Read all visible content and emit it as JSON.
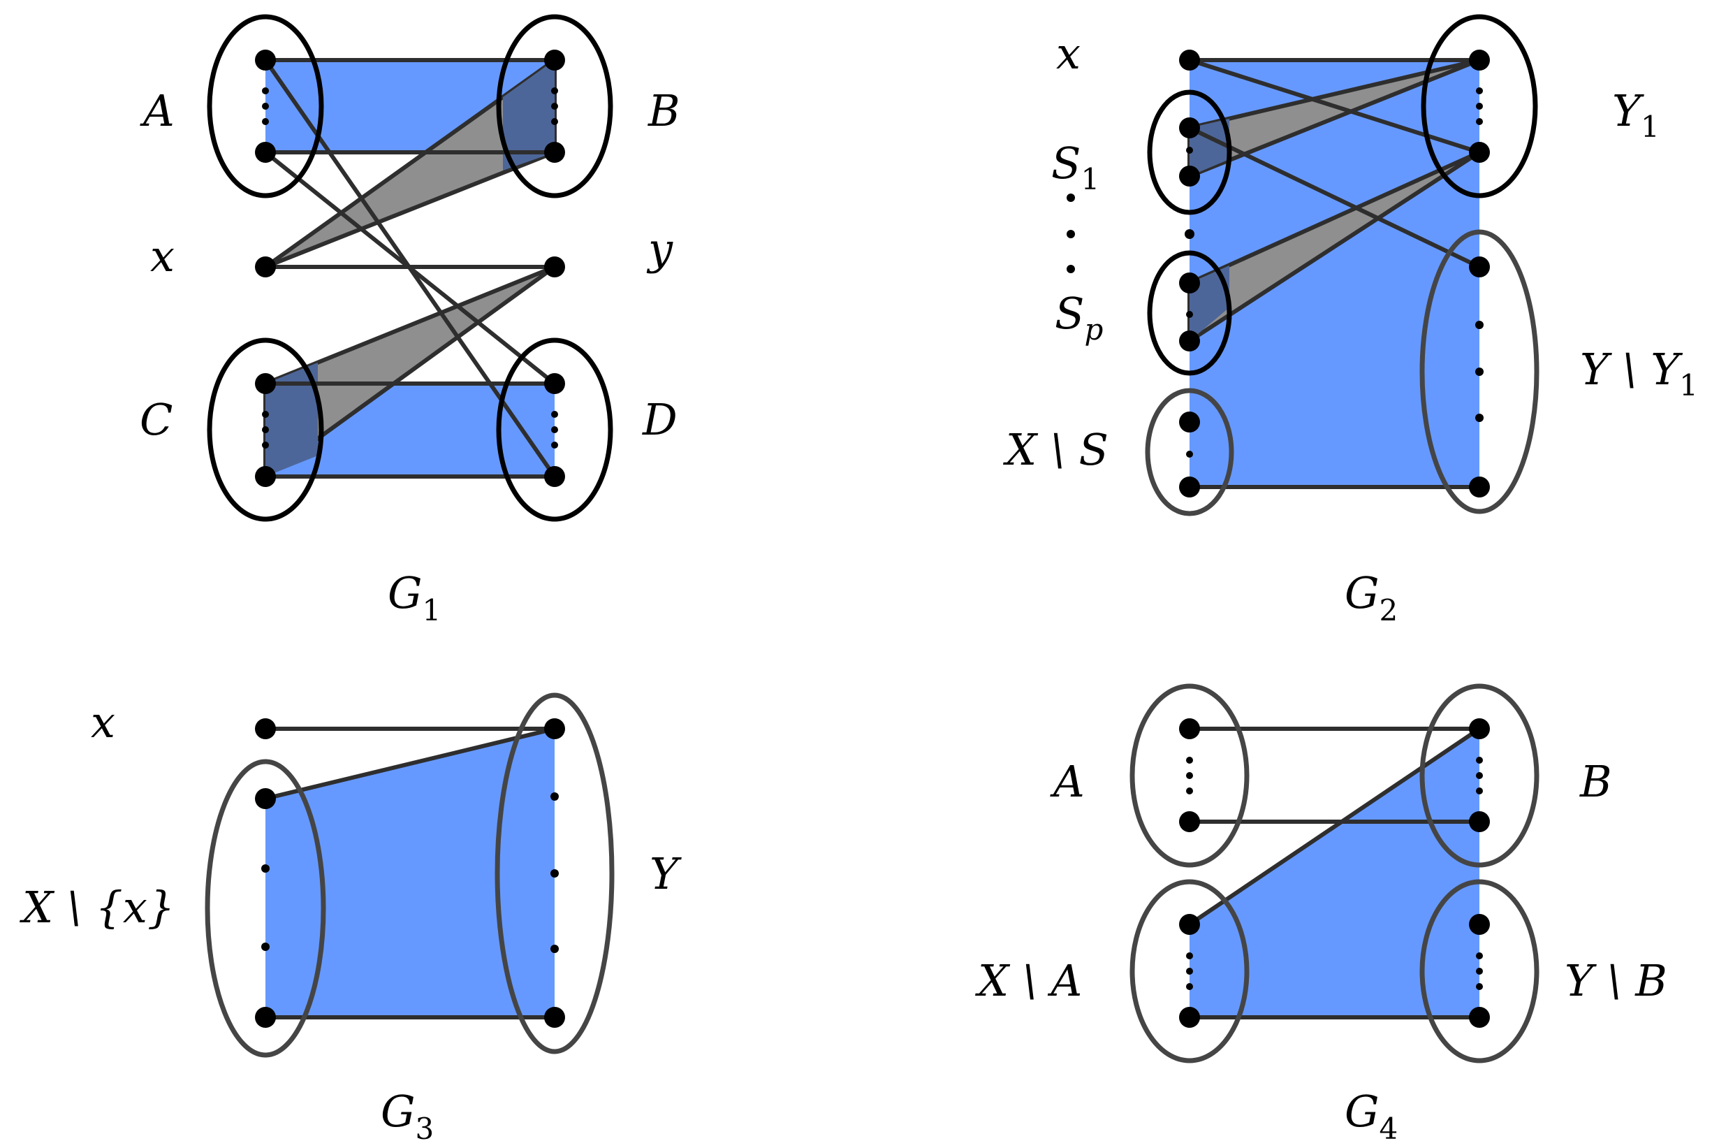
{
  "graphs": {
    "g1": {
      "caption_main": "G",
      "caption_sub": "1",
      "labels": {
        "A": "A",
        "B": "B",
        "C": "C",
        "D": "D",
        "x": "x",
        "y": "y"
      }
    },
    "g2": {
      "caption_main": "G",
      "caption_sub": "2",
      "labels": {
        "x": "x",
        "S1_main": "S",
        "S1_sub": "1",
        "Sp_main": "S",
        "Sp_sub": "p",
        "XS": "X \\ S",
        "Y1_main": "Y",
        "Y1_sub": "1",
        "YY1_main": "Y \\ Y",
        "YY1_sub": "1"
      }
    },
    "g3": {
      "caption_main": "G",
      "caption_sub": "3",
      "labels": {
        "x": "x",
        "Xx": "X \\ {x}",
        "Y": "Y"
      }
    },
    "g4": {
      "caption_main": "G",
      "caption_sub": "4",
      "labels": {
        "A": "A",
        "B": "B",
        "XA": "X \\ A",
        "YB": "Y \\ B"
      }
    }
  },
  "colors": {
    "blue_region": "#6699ff",
    "gray_triangle": "#8f8f8f",
    "overlap_region": "#4d6699",
    "edge": "#2e2e2e",
    "ellipse_black": "#000000",
    "ellipse_gray": "#454545"
  }
}
